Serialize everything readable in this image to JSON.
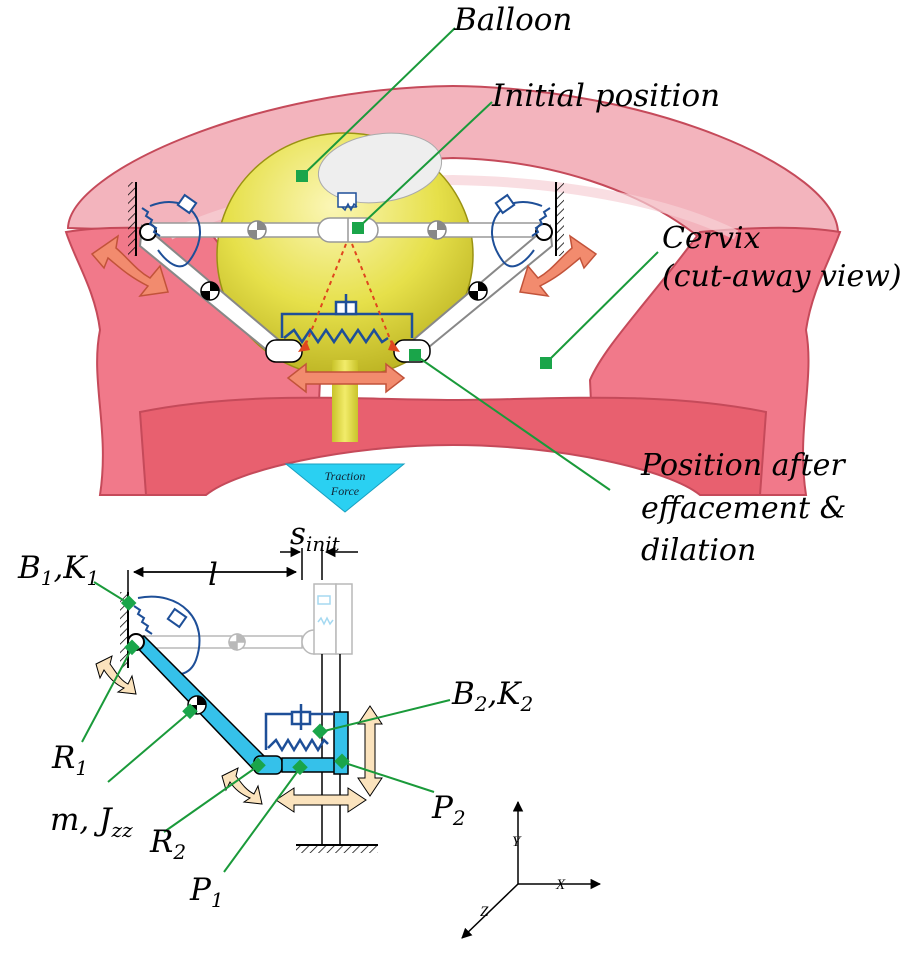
{
  "labels": {
    "balloon": "Balloon",
    "initial_position": "Initial position",
    "cervix_line1": "Cervix",
    "cervix_line2": "(cut-away view)",
    "position_after_line1": "Position after",
    "position_after_line2": "effacement &",
    "position_after_line3": "dilation",
    "traction_line1": "Traction",
    "traction_line2": "Force",
    "b1k1": {
      "b": "B",
      "b_sub": "1",
      "sep": ",",
      "k": "K",
      "k_sub": "1"
    },
    "l": "l",
    "s_init": {
      "s": "s",
      "sub": "init"
    },
    "b2k2": {
      "b": "B",
      "b_sub": "2",
      "sep": ",",
      "k": "K",
      "k_sub": "2"
    },
    "r1": {
      "r": "R",
      "sub": "1"
    },
    "mjzz": {
      "m": "m, J",
      "sub": "zz"
    },
    "r2": {
      "r": "R",
      "sub": "2"
    },
    "p2": {
      "p": "P",
      "sub": "2"
    },
    "p1": {
      "p": "P",
      "sub": "1"
    },
    "axis_x": "X",
    "axis_y": "Y",
    "axis_z": "Z"
  },
  "colors": {
    "cervix": "#f1798a",
    "cervix_dark": "#c54a5a",
    "cervix_pale": "#f3b4bd",
    "balloon": "#e6e04a",
    "balloon_light": "#f7f2a8",
    "leader_green": "#1a9a3a",
    "marker_green": "#1aa54a",
    "mechanism_blue": "#1e4f98",
    "link_cyan": "#35c1ea",
    "arrow_salmon": "#f28b6e",
    "arrow_cream": "#fbe3bd",
    "traction": "#2ad0f2"
  }
}
